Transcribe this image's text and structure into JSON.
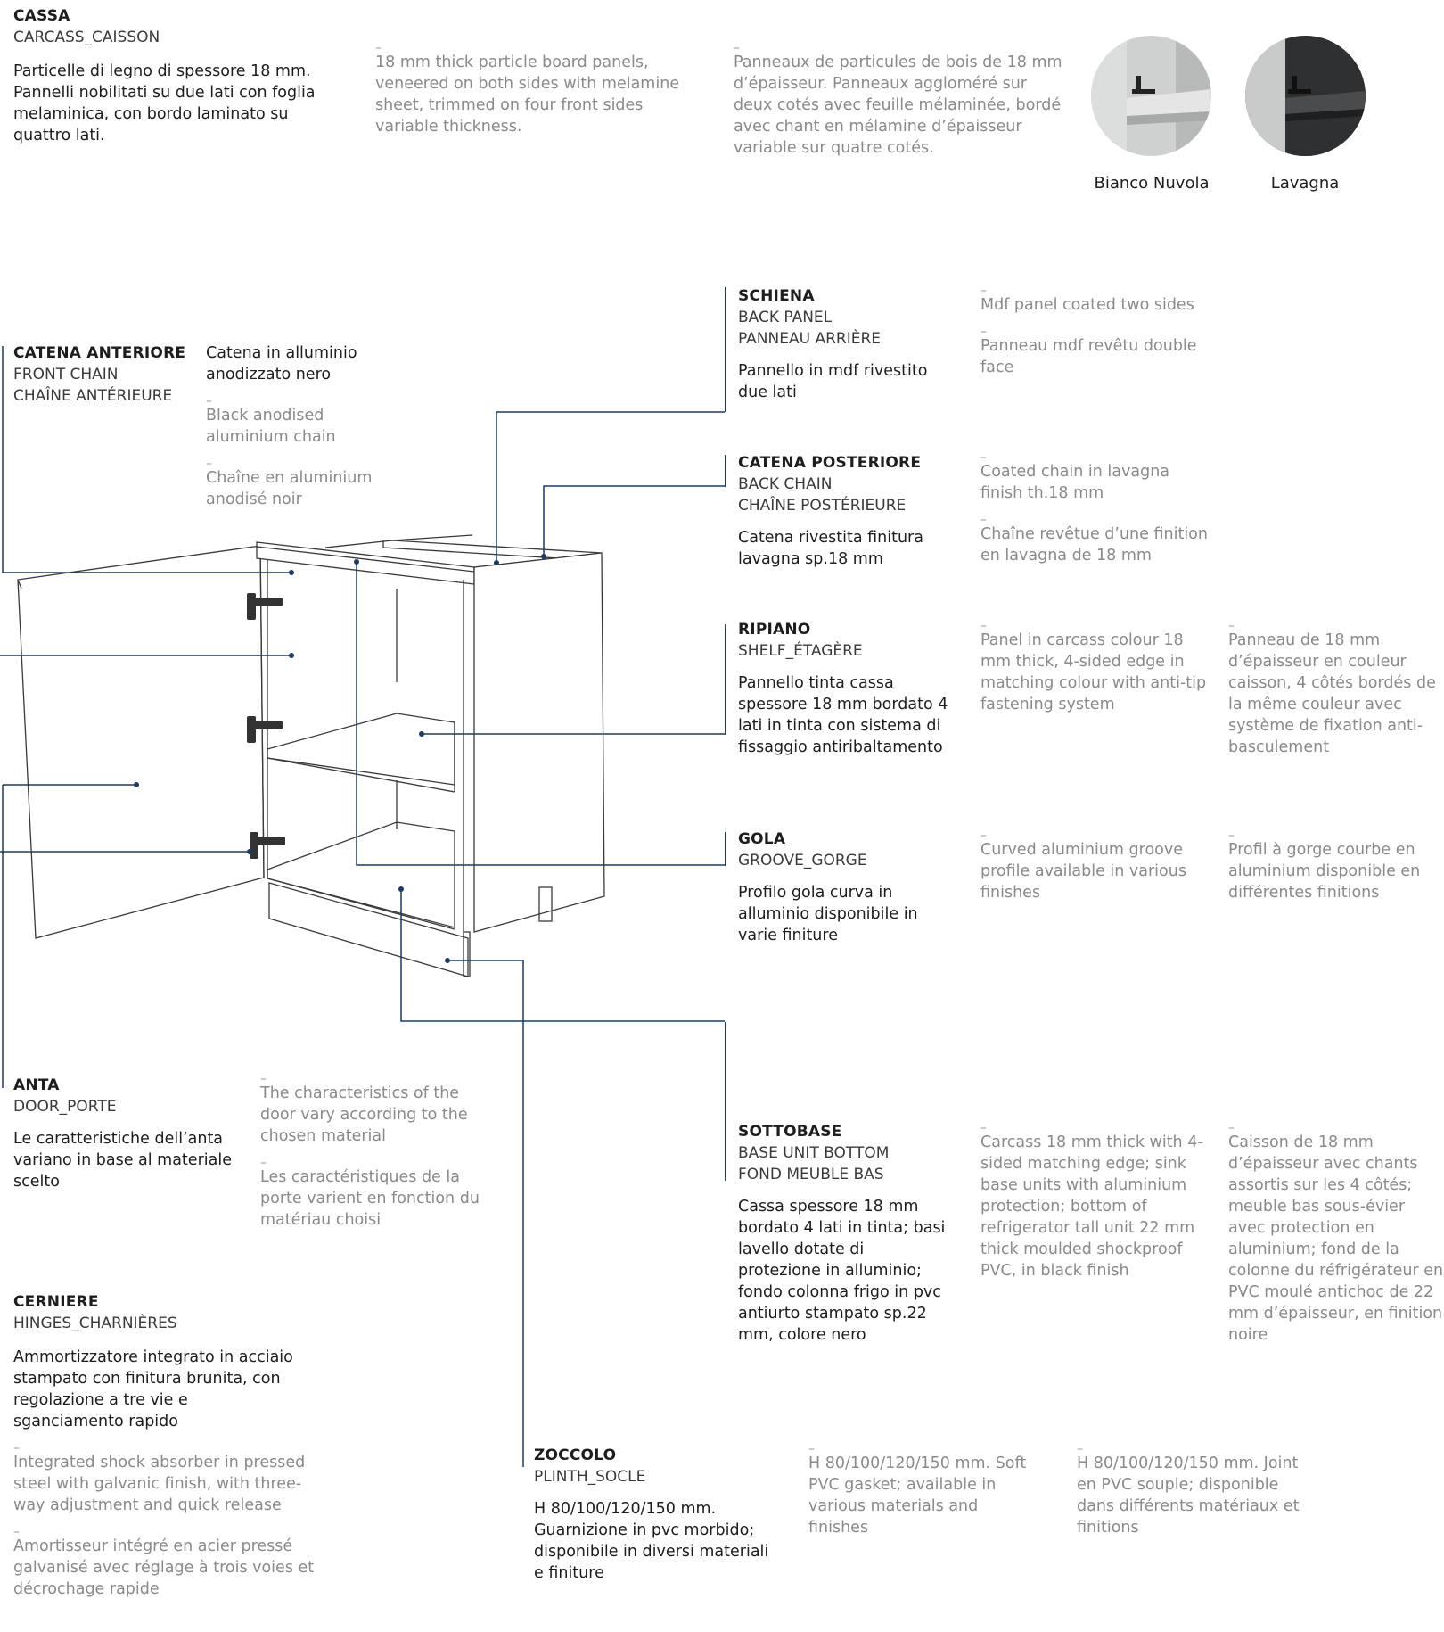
{
  "cassa": {
    "title": "CASSA",
    "subtitle": "CARCASS_CAISSON",
    "it": "Particelle di legno di spessore 18 mm. Pannelli nobilitati su due lati con foglia melaminica, con bordo laminato su quattro lati.",
    "en": "18 mm thick particle board panels, veneered on both sides with melamine sheet, trimmed on four front sides variable thickness.",
    "fr": "Panneaux de particules de bois de 18 mm d’épaisseur. Panneaux aggloméré sur deux cotés avec feuille mélaminée, bordé avec chant en mélamine d’épaisseur variable sur quatre cotés."
  },
  "finishes": [
    {
      "name": "Bianco Nuvola",
      "color": "#c9cbca"
    },
    {
      "name": "Lavagna",
      "color": "#3a3b3c"
    }
  ],
  "schiena": {
    "title": "SCHIENA",
    "subtitle1": "BACK PANEL",
    "subtitle2": "PANNEAU ARRIÈRE",
    "it": "Pannello in mdf rivestito due lati",
    "en": "Mdf panel coated two sides",
    "fr": "Panneau mdf revêtu double face"
  },
  "catena_anteriore": {
    "title": "CATENA ANTERIORE",
    "subtitle1": "FRONT CHAIN",
    "subtitle2": "CHAÎNE ANTÉRIEURE",
    "it": "Catena in alluminio anodizzato nero",
    "en": "Black anodised aluminium chain",
    "fr": "Chaîne en aluminium anodisé noir"
  },
  "catena_posteriore": {
    "title": "CATENA POSTERIORE",
    "subtitle1": "BACK CHAIN",
    "subtitle2": "CHAÎNE POSTÉRIEURE",
    "it": "Catena rivestita finitura lavagna sp.18 mm",
    "en": "Coated chain in lavagna finish th.18 mm",
    "fr": "Chaîne revêtue d’une finition en lavagna de 18 mm"
  },
  "ripiano": {
    "title": "RIPIANO",
    "subtitle": "SHELF_ÉTAGÈRE",
    "it": "Pannello tinta cassa spessore 18 mm bordato 4 lati in tinta con sistema di fissaggio antiribaltamento",
    "en": "Panel in carcass colour 18 mm thick, 4-sided edge in matching colour with anti-tip fastening system",
    "fr": "Panneau de 18 mm d’épaisseur en couleur caisson, 4 côtés bordés de la même couleur avec système de fixation anti-basculement"
  },
  "gola": {
    "title": "GOLA",
    "subtitle": "GROOVE_GORGE",
    "it": "Profilo gola curva in alluminio disponibile in varie finiture",
    "en": "Curved aluminium groove profile available in various finishes",
    "fr": "Profil à gorge courbe en aluminium disponible en différentes finitions"
  },
  "anta": {
    "title": "ANTA",
    "subtitle": "DOOR_PORTE",
    "it": "Le caratteristiche dell’anta variano in base al materiale scelto",
    "en": "The characteristics of the door vary according to the chosen material",
    "fr": "Les caractéristiques de la porte varient en fonction du matériau choisi"
  },
  "sottobase": {
    "title": "SOTTOBASE",
    "subtitle1": "BASE UNIT BOTTOM",
    "subtitle2": "FOND MEUBLE BAS",
    "it": "Cassa spessore 18 mm bordato 4 lati in tinta; basi lavello dotate di protezione in alluminio; fondo colonna frigo in pvc antiurto stampato sp.22 mm, colore nero",
    "en": "Carcass 18 mm thick with 4-sided matching edge; sink base units with aluminium protection; bottom of refrigerator tall unit 22 mm thick moulded shockproof PVC, in black finish",
    "fr": "Caisson de 18 mm d’épaisseur avec chants assortis sur les 4 côtés; meuble bas sous-évier avec protection en aluminium; fond de la colonne du réfrigérateur en PVC moulé antichoc de 22 mm d’épaisseur, en finition noire"
  },
  "cerniere": {
    "title": "CERNIERE",
    "subtitle": "HINGES_CHARNIÈRES",
    "it": "Ammortizzatore integrato in acciaio stampato con finitura brunita, con regolazione a tre vie e sganciamento rapido",
    "en": "Integrated shock absorber in pressed steel with galvanic finish, with three-way adjustment and quick release",
    "fr": "Amortisseur intégré en acier pressé galvanisé avec réglage à trois voies et décrochage rapide"
  },
  "zoccolo": {
    "title": "ZOCCOLO",
    "subtitle": "PLINTH_SOCLE",
    "it": "H 80/100/120/150 mm. Guarnizione in pvc morbido; disponibile in diversi materiali e finiture",
    "en": "H 80/100/120/150 mm. Soft PVC gasket; available in various materials and finishes",
    "fr": "H 80/100/120/150 mm. Joint en PVC souple; disponible dans différents matériaux et finitions"
  }
}
